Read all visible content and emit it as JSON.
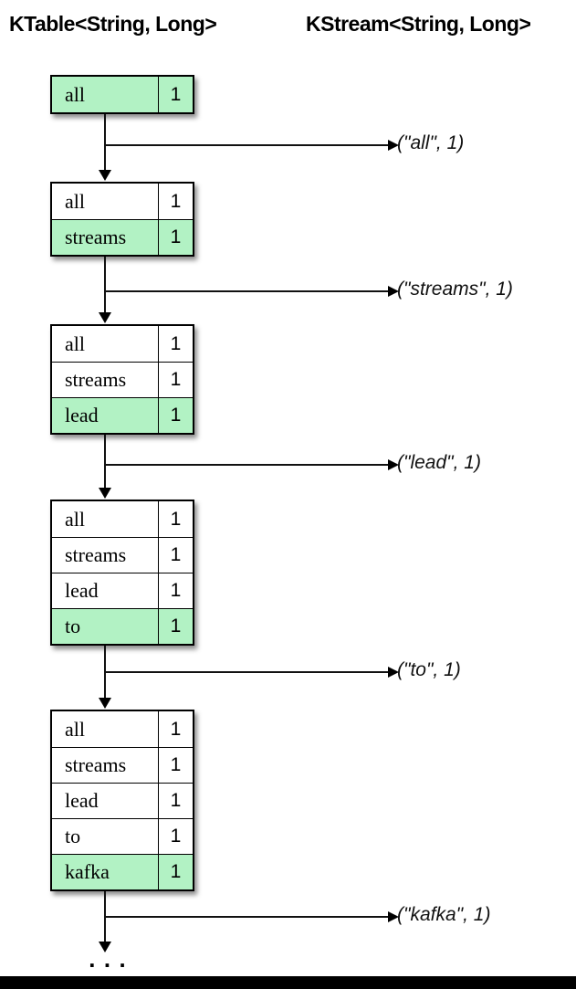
{
  "header": {
    "left_title": "KTable<String, Long>",
    "right_title": "KStream<String, Long>"
  },
  "colors": {
    "highlight_green": "#b2f2c4",
    "border": "#000000",
    "background": "#ffffff",
    "bottom_bar": "#000000"
  },
  "diagram": {
    "steps": [
      {
        "table": {
          "rows": [
            {
              "key": "all",
              "value": "1",
              "highlight": true
            }
          ]
        },
        "emit_label": "(\"all\", 1)"
      },
      {
        "table": {
          "rows": [
            {
              "key": "all",
              "value": "1",
              "highlight": false
            },
            {
              "key": "streams",
              "value": "1",
              "highlight": true
            }
          ]
        },
        "emit_label": "(\"streams\", 1)"
      },
      {
        "table": {
          "rows": [
            {
              "key": "all",
              "value": "1",
              "highlight": false
            },
            {
              "key": "streams",
              "value": "1",
              "highlight": false
            },
            {
              "key": "lead",
              "value": "1",
              "highlight": true
            }
          ]
        },
        "emit_label": "(\"lead\", 1)"
      },
      {
        "table": {
          "rows": [
            {
              "key": "all",
              "value": "1",
              "highlight": false
            },
            {
              "key": "streams",
              "value": "1",
              "highlight": false
            },
            {
              "key": "lead",
              "value": "1",
              "highlight": false
            },
            {
              "key": "to",
              "value": "1",
              "highlight": true
            }
          ]
        },
        "emit_label": "(\"to\", 1)"
      },
      {
        "table": {
          "rows": [
            {
              "key": "all",
              "value": "1",
              "highlight": false
            },
            {
              "key": "streams",
              "value": "1",
              "highlight": false
            },
            {
              "key": "lead",
              "value": "1",
              "highlight": false
            },
            {
              "key": "to",
              "value": "1",
              "highlight": false
            },
            {
              "key": "kafka",
              "value": "1",
              "highlight": true
            }
          ]
        },
        "emit_label": "(\"kafka\", 1)"
      }
    ],
    "ellipsis": "..."
  }
}
